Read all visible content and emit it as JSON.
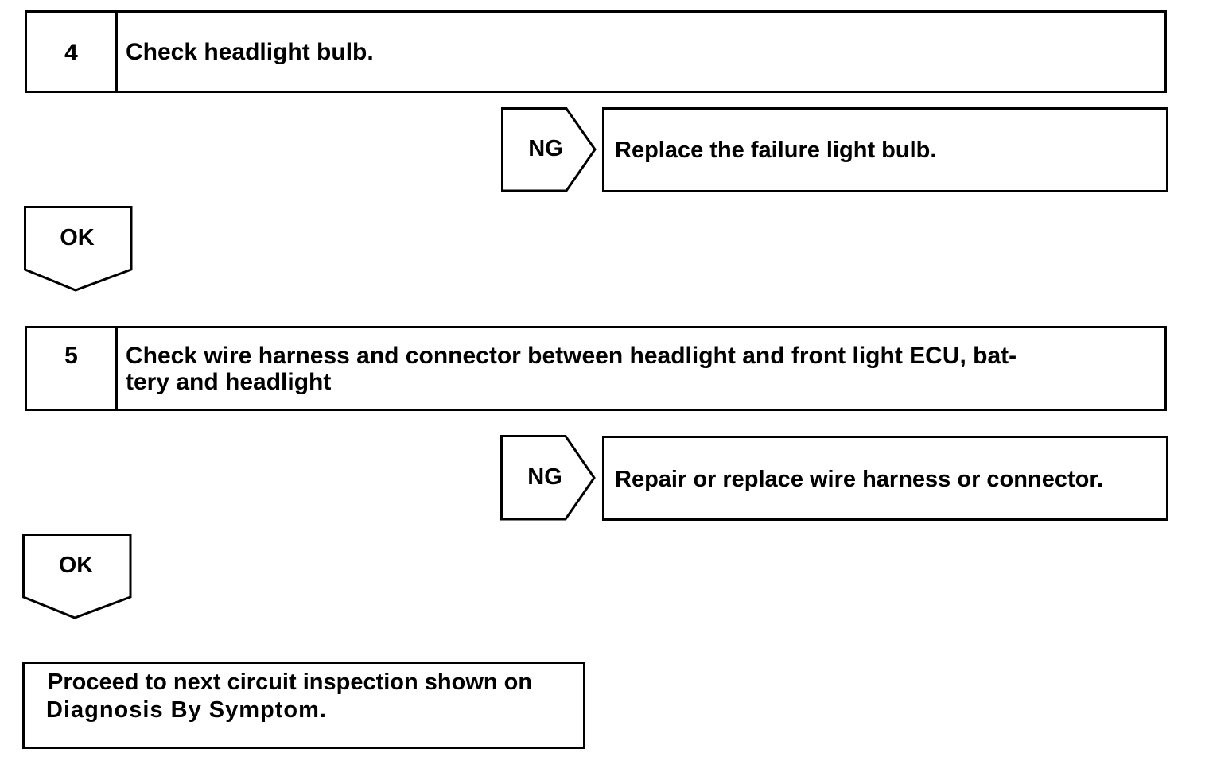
{
  "steps": [
    {
      "number": "4",
      "title": "Check headlight bulb.",
      "ng_label": "NG",
      "ng_action": "Replace the failure light bulb.",
      "ok_label": "OK"
    },
    {
      "number": "5",
      "title_line1": "Check wire harness and connector between headlight and front light ECU, bat-",
      "title_line2": "tery and headlight",
      "ng_label": "NG",
      "ng_action": "Repair or replace wire harness or connector.",
      "ok_label": "OK"
    }
  ],
  "final": {
    "line1": "Proceed to next circuit inspection shown on",
    "line2": "Diagnosis By Symptom."
  }
}
